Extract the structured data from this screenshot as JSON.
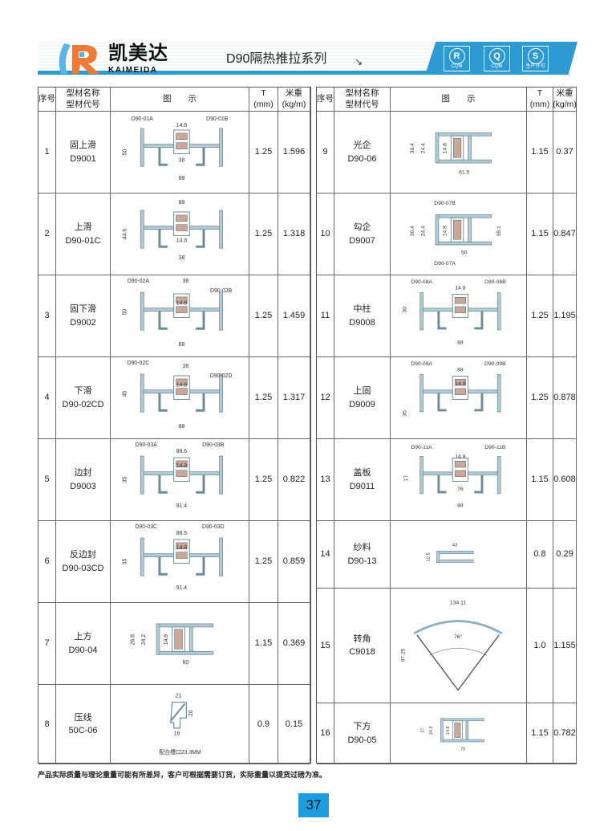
{
  "header": {
    "brand_cn": "凯美达",
    "brand_en": "KAIMEIDA",
    "title": "D90隔热推拉系列",
    "arrow": "↘",
    "certs": [
      {
        "mark": "R",
        "label": "CQM"
      },
      {
        "mark": "Q",
        "label": "CQM"
      },
      {
        "mark": "S",
        "label": "生产许可"
      }
    ]
  },
  "columns": {
    "no": "序号",
    "name": "型材名称\n型材代号",
    "diagram": "图　　示",
    "thickness": "T\n(mm)",
    "weight": "米重\n(kg/m)"
  },
  "rows_left": [
    {
      "no": "1",
      "name": "固上滑",
      "code": "D9001",
      "t": "1.25",
      "w": "1.596",
      "dims": [
        "D90-01A",
        "D90-01B",
        "14.8",
        "38",
        "88",
        "50"
      ]
    },
    {
      "no": "2",
      "name": "上滑",
      "code": "D90-01C",
      "t": "1.25",
      "w": "1.318",
      "dims": [
        "88",
        "14.8",
        "38",
        "44.6"
      ]
    },
    {
      "no": "3",
      "name": "固下滑",
      "code": "D9002",
      "t": "1.25",
      "w": "1.459",
      "dims": [
        "D90-02A",
        "38",
        "D90-02B",
        "14.8",
        "50",
        "88"
      ]
    },
    {
      "no": "4",
      "name": "下滑",
      "code": "D90-02CD",
      "t": "1.25",
      "w": "1.317",
      "dims": [
        "D90-02C",
        "38",
        "D90-02D",
        "14.8",
        "45",
        "88"
      ]
    },
    {
      "no": "5",
      "name": "边封",
      "code": "D9003",
      "t": "1.25",
      "w": "0.822",
      "dims": [
        "D90-03A",
        "D90-03B",
        "88.6",
        "14.8",
        "35",
        "91.4"
      ]
    },
    {
      "no": "6",
      "name": "反边封",
      "code": "D90-03CD",
      "t": "1.25",
      "w": "0.859",
      "dims": [
        "D90-03C",
        "D90-03D",
        "88.6",
        "14.8",
        "35",
        "91.4"
      ]
    },
    {
      "no": "7",
      "name": "上方",
      "code": "D90-04",
      "t": "1.15",
      "w": "0.369",
      "dims": [
        "26.8",
        "24.2",
        "14.8",
        "60"
      ]
    },
    {
      "no": "8",
      "name": "压线",
      "code": "50C-06",
      "t": "0.9",
      "w": "0.15",
      "dims": [
        "21",
        "20",
        "16",
        "配合槽口23.3MM"
      ]
    }
  ],
  "rows_right": [
    {
      "no": "9",
      "name": "光企",
      "code": "D90-06",
      "t": "1.15",
      "w": "0.37",
      "dims": [
        "30.4",
        "24.4",
        "14.8",
        "61.5"
      ]
    },
    {
      "no": "10",
      "name": "勾企",
      "code": "D9007",
      "t": "1.15",
      "w": "0.847",
      "dims": [
        "D90-07B",
        "30.4",
        "24.4",
        "14.8",
        "35.1",
        "50",
        "D90-07A"
      ]
    },
    {
      "no": "11",
      "name": "中柱",
      "code": "D9008",
      "t": "1.25",
      "w": "1.195",
      "dims": [
        "D90-08A",
        "14.8",
        "D90-08B",
        "30",
        "88"
      ]
    },
    {
      "no": "12",
      "name": "上固",
      "code": "D9009",
      "t": "1.25",
      "w": "0.878",
      "dims": [
        "D90-09A",
        "88",
        "D90-09B",
        "14.8",
        "35"
      ]
    },
    {
      "no": "13",
      "name": "盖板",
      "code": "D9011",
      "t": "1.15",
      "w": "0.608",
      "dims": [
        "D90-11A",
        "D90-11B",
        "14.8",
        "17",
        "76",
        "88"
      ]
    },
    {
      "no": "14",
      "name": "纱料",
      "code": "D90-13",
      "t": "0.8",
      "w": "0.29",
      "dims": [
        "43",
        "12.5"
      ]
    },
    {
      "no": "15",
      "name": "转角",
      "code": "C9018",
      "t": "1.0",
      "w": "1.155",
      "dims": [
        "134.11",
        "76°",
        "97.25"
      ]
    },
    {
      "no": "16",
      "name": "下方",
      "code": "D90-05",
      "t": "1.15",
      "w": "0.782",
      "dims": [
        "27",
        "24.3",
        "14.8",
        "70"
      ]
    }
  ],
  "footer": {
    "note": "产品实际质量与理论重量可能有所差异，客户可根据需要订货，实际重量以提货过磅为准。",
    "page": "37"
  },
  "colors": {
    "accent": "#2e9ad4",
    "profile": "#a9c4d0"
  }
}
